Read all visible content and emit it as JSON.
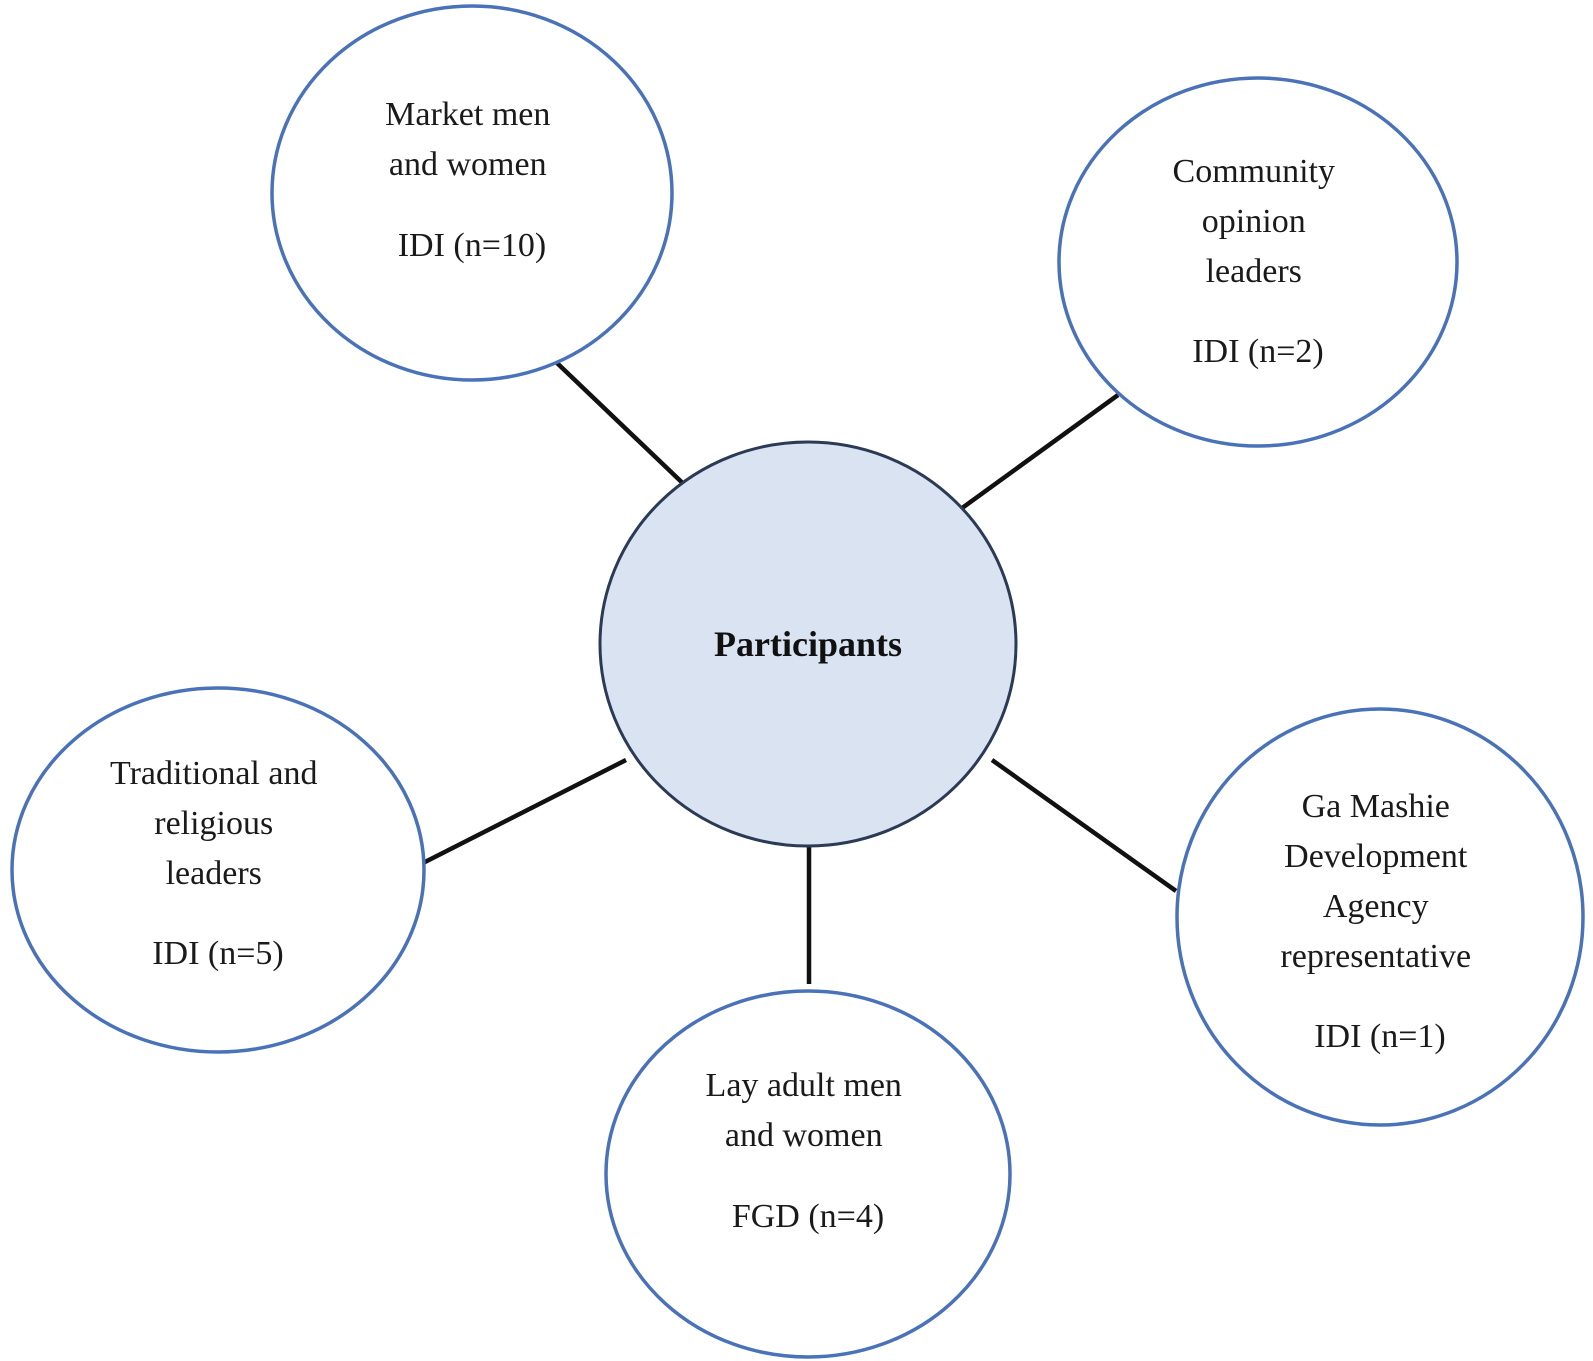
{
  "colors": {
    "circle_stroke": "#4a72b8",
    "center_fill": "#d9e3f2",
    "center_stroke": "#2b3a55",
    "connector": "#111111",
    "node_fill": "#ffffff"
  },
  "center": {
    "label": "Participants"
  },
  "nodes": [
    {
      "id": "market",
      "lines": [
        "Market men",
        "and women"
      ],
      "count": "IDI (n=10)"
    },
    {
      "id": "community",
      "lines": [
        "Community",
        "opinion",
        "leaders"
      ],
      "count": "IDI (n=2)"
    },
    {
      "id": "traditional",
      "lines": [
        "Traditional and",
        "religious",
        "leaders"
      ],
      "count": "IDI (n=5)"
    },
    {
      "id": "lay",
      "lines": [
        "Lay adult men",
        "and women"
      ],
      "count": "FGD (n=4)"
    },
    {
      "id": "gamashie",
      "lines": [
        "Ga Mashie",
        "Development",
        "Agency",
        "representative"
      ],
      "count": "IDI (n=1)"
    }
  ]
}
